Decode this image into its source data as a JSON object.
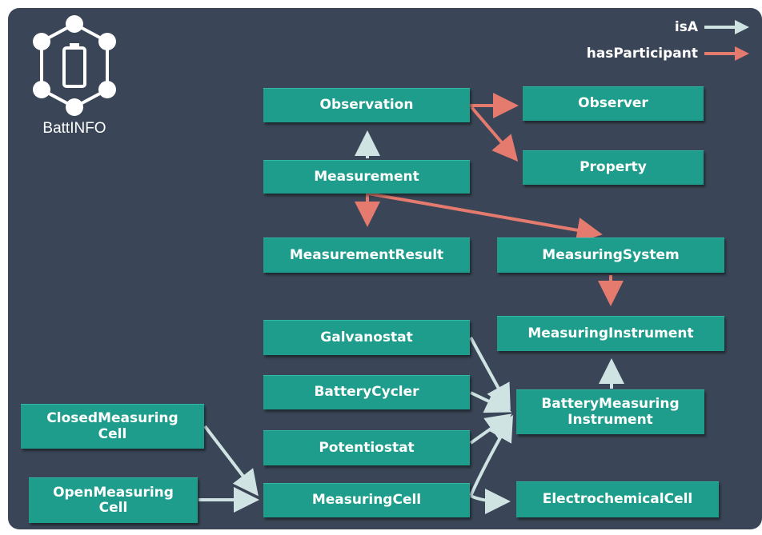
{
  "colors": {
    "background": "#3a4657",
    "node_fill": "#1f9d8c",
    "isA_arrow": "#cfe3e3",
    "hasParticipant_arrow": "#e57a6e",
    "text": "#ffffff"
  },
  "logo": {
    "text": "BattINFO",
    "icon": "battery-network-icon"
  },
  "legend": {
    "isA": "isA",
    "hasParticipant": "hasParticipant"
  },
  "nodes": {
    "observation": "Observation",
    "observer": "Observer",
    "property": "Property",
    "measurement": "Measurement",
    "measurement_result": "MeasurementResult",
    "measuring_system": "MeasuringSystem",
    "measuring_instrument": "MeasuringInstrument",
    "galvanostat": "Galvanostat",
    "battery_cycler": "BatteryCycler",
    "potentiostat": "Potentiostat",
    "battery_measuring_instrument": "BatteryMeasuring\nInstrument",
    "closed_measuring_cell": "ClosedMeasuring\nCell",
    "open_measuring_cell": "OpenMeasuring\nCell",
    "measuring_cell": "MeasuringCell",
    "electrochemical_cell": "ElectrochemicalCell"
  },
  "relations": [
    {
      "from": "measurement",
      "to": "observation",
      "type": "isA"
    },
    {
      "from": "observation",
      "to": "observer",
      "type": "hasParticipant"
    },
    {
      "from": "observation",
      "to": "property",
      "type": "hasParticipant"
    },
    {
      "from": "measurement",
      "to": "measurement_result",
      "type": "hasParticipant"
    },
    {
      "from": "measurement",
      "to": "measuring_system",
      "type": "hasParticipant"
    },
    {
      "from": "measuring_system",
      "to": "measuring_instrument",
      "type": "hasParticipant"
    },
    {
      "from": "battery_measuring_instrument",
      "to": "measuring_instrument",
      "type": "isA"
    },
    {
      "from": "galvanostat",
      "to": "battery_measuring_instrument",
      "type": "isA"
    },
    {
      "from": "battery_cycler",
      "to": "battery_measuring_instrument",
      "type": "isA"
    },
    {
      "from": "potentiostat",
      "to": "battery_measuring_instrument",
      "type": "isA"
    },
    {
      "from": "measuring_cell",
      "to": "battery_measuring_instrument",
      "type": "isA"
    },
    {
      "from": "measuring_cell",
      "to": "electrochemical_cell",
      "type": "isA"
    },
    {
      "from": "closed_measuring_cell",
      "to": "measuring_cell",
      "type": "isA"
    },
    {
      "from": "open_measuring_cell",
      "to": "measuring_cell",
      "type": "isA"
    }
  ]
}
